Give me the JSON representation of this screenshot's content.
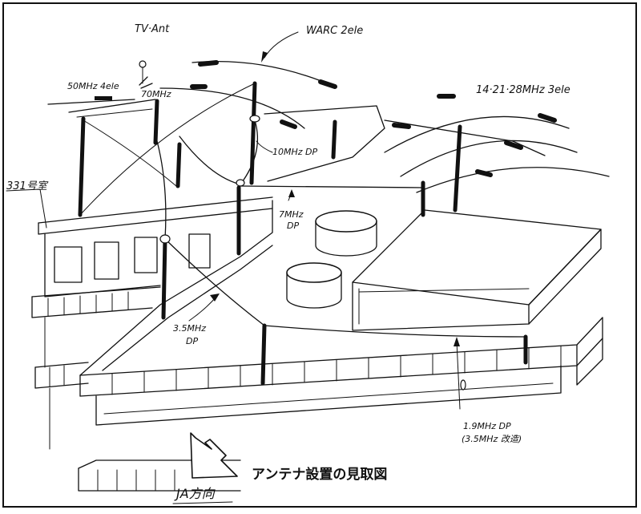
{
  "labels": {
    "tv_ant": "TV·Ant",
    "warc": "WARC 2ele",
    "ant50": "50MHz 4ele",
    "ant50_sub": "70MHz",
    "hf": "14·21·28MHz 3ele",
    "dp10": "10MHz DP",
    "room": "331号室",
    "dp7_a": "7MHz",
    "dp7_b": "DP",
    "dp35_a": "3.5MHz",
    "dp35_b": "DP",
    "dp19_a": "1.9MHz DP",
    "dp19_b": "(3.5MHz 改造)",
    "direction": "JA方向",
    "caption": "アンテナ設置の見取図"
  }
}
